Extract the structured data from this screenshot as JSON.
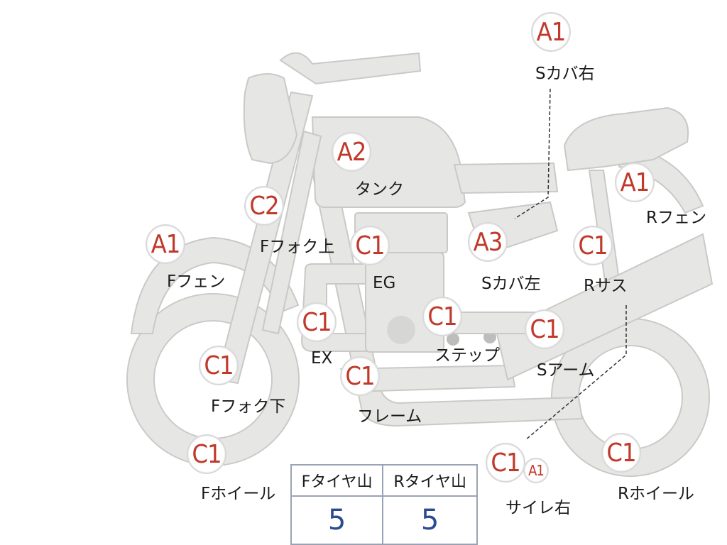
{
  "parts": [
    {
      "name": "s-cover-right",
      "rank": "A1",
      "label": "Sカバ右"
    },
    {
      "name": "tank",
      "rank": "A2",
      "label": "タンク"
    },
    {
      "name": "f-fork-upper",
      "rank": "C2",
      "label": "Fフォク上"
    },
    {
      "name": "f-fender",
      "rank": "A1",
      "label": "Fフェン"
    },
    {
      "name": "engine",
      "rank": "C1",
      "label": "EG"
    },
    {
      "name": "s-cover-left",
      "rank": "A3",
      "label": "Sカバ左"
    },
    {
      "name": "r-fender",
      "rank": "A1",
      "label": "Rフェン"
    },
    {
      "name": "r-suspension",
      "rank": "C1",
      "label": "Rサス"
    },
    {
      "name": "exhaust",
      "rank": "C1",
      "label": "EX"
    },
    {
      "name": "step",
      "rank": "C1",
      "label": "ステップ"
    },
    {
      "name": "swing-arm",
      "rank": "C1",
      "label": "Sアーム"
    },
    {
      "name": "f-fork-lower",
      "rank": "C1",
      "label": "Fフォク下"
    },
    {
      "name": "frame",
      "rank": "C1",
      "label": "フレーム"
    },
    {
      "name": "f-wheel",
      "rank": "C1",
      "label": "Fホイール"
    },
    {
      "name": "silencer-right",
      "rank": "C1",
      "rank2": "A1",
      "label": "サイレ右"
    },
    {
      "name": "r-wheel",
      "rank": "C1",
      "label": "Rホイール"
    }
  ],
  "tread_table": {
    "headers": [
      "Fタイヤ山",
      "Rタイヤ山"
    ],
    "values": [
      "5",
      "5"
    ]
  },
  "colors": {
    "bike_fill": "#e6e6e4",
    "bike_stroke": "#c9c9c7",
    "rank_text": "#c0392b",
    "table_value": "#2c4a8f",
    "table_border": "#9aa3b5"
  }
}
